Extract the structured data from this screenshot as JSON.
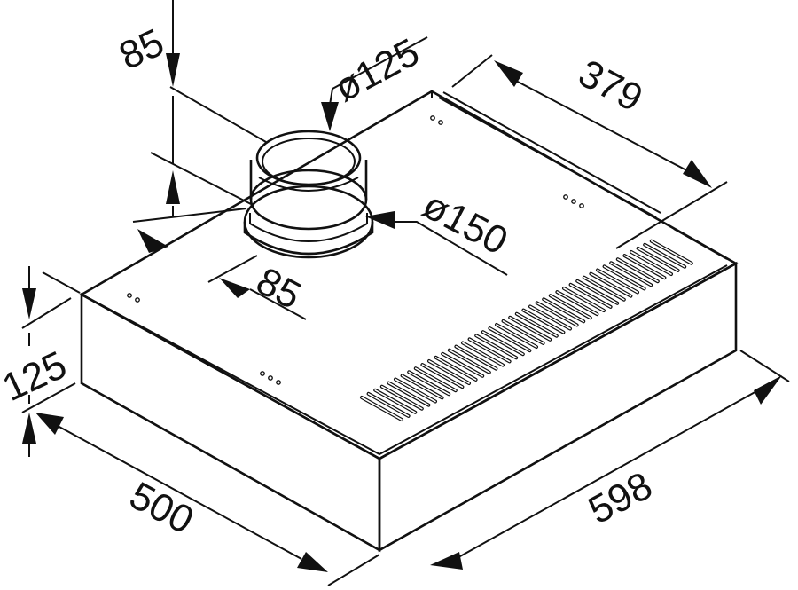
{
  "diagram": {
    "subject": "Cooker hood dimension drawing",
    "dimensions": {
      "duct_top_height": "85",
      "outlet_diameter_small": "ø125",
      "outlet_diameter_large": "ø150",
      "depth_front_to_outlet": "85",
      "rear_offset": "379",
      "height": "125",
      "depth": "500",
      "width": "598"
    },
    "colors": {
      "line": "#111111",
      "background": "#ffffff"
    }
  }
}
